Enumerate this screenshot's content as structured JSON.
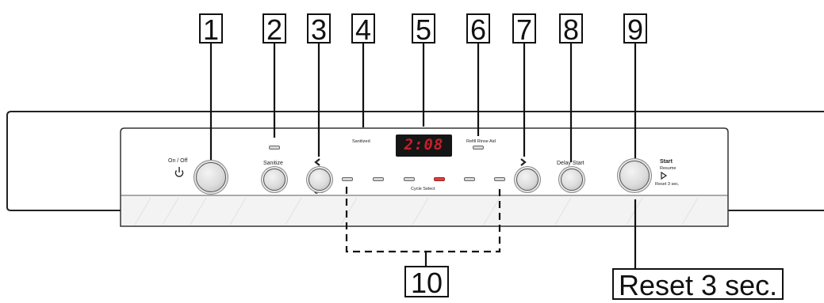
{
  "callouts": [
    "1",
    "2",
    "3",
    "4",
    "5",
    "6",
    "7",
    "8",
    "9",
    "10"
  ],
  "callout_reset": "Reset 3 sec.",
  "panel": {
    "on_off": "On / Off",
    "sanitize": "Sanitize",
    "sanitized": "Sanitized",
    "refill_rinse_aid": "Refill Rinse Aid",
    "delay_start": "Delay Start",
    "start": "Start",
    "resume": "Resume",
    "reset": "Reset 3 sec.",
    "cycle_select": "Cycle Select",
    "display_time": "2:08"
  },
  "icons": {
    "power": "power-icon",
    "left": "chevron-left-icon",
    "right": "chevron-right-icon",
    "key": "key-lock-icon",
    "play": "play-icon"
  },
  "colors": {
    "display_digits": "#c8202a",
    "active_led": "#d94040"
  }
}
